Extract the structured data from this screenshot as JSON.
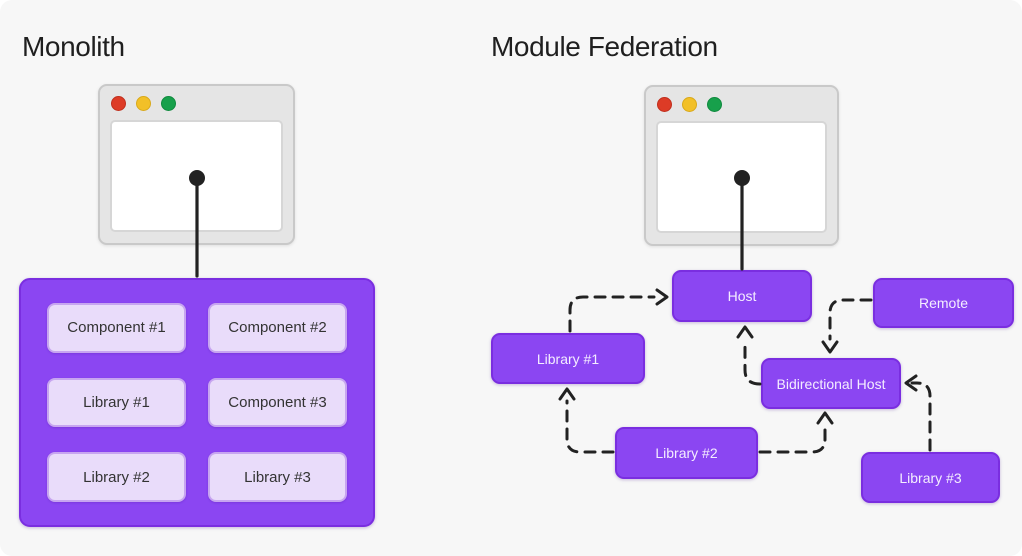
{
  "left": {
    "title": "Monolith",
    "grid": [
      "Component #1",
      "Component #2",
      "Library #1",
      "Component #3",
      "Library #2",
      "Library #3"
    ]
  },
  "right": {
    "title": "Module Federation",
    "nodes": [
      {
        "id": "host",
        "label": "Host"
      },
      {
        "id": "remote",
        "label": "Remote"
      },
      {
        "id": "library-1",
        "label": "Library #1"
      },
      {
        "id": "bidirectional-host",
        "label": "Bidirectional Host"
      },
      {
        "id": "library-2",
        "label": "Library #2"
      },
      {
        "id": "library-3",
        "label": "Library #3"
      }
    ]
  },
  "colors": {
    "background": "#f7f7f7",
    "purple": "#8b46f2",
    "purple_border": "#7a2ee0",
    "lavender": "#e9dcfa",
    "lavender_border": "#c7a5f0",
    "window_fill": "#e5e5e5",
    "window_border": "#c9c9c9",
    "content_border": "#d6d6d6",
    "traffic_red": "#dd3b26",
    "traffic_yellow": "#f2c028",
    "traffic_green": "#17a04b",
    "line": "#222222",
    "title_text": "#1f1f1f",
    "cell_text": "#333333",
    "node_text": "#f4edff"
  }
}
